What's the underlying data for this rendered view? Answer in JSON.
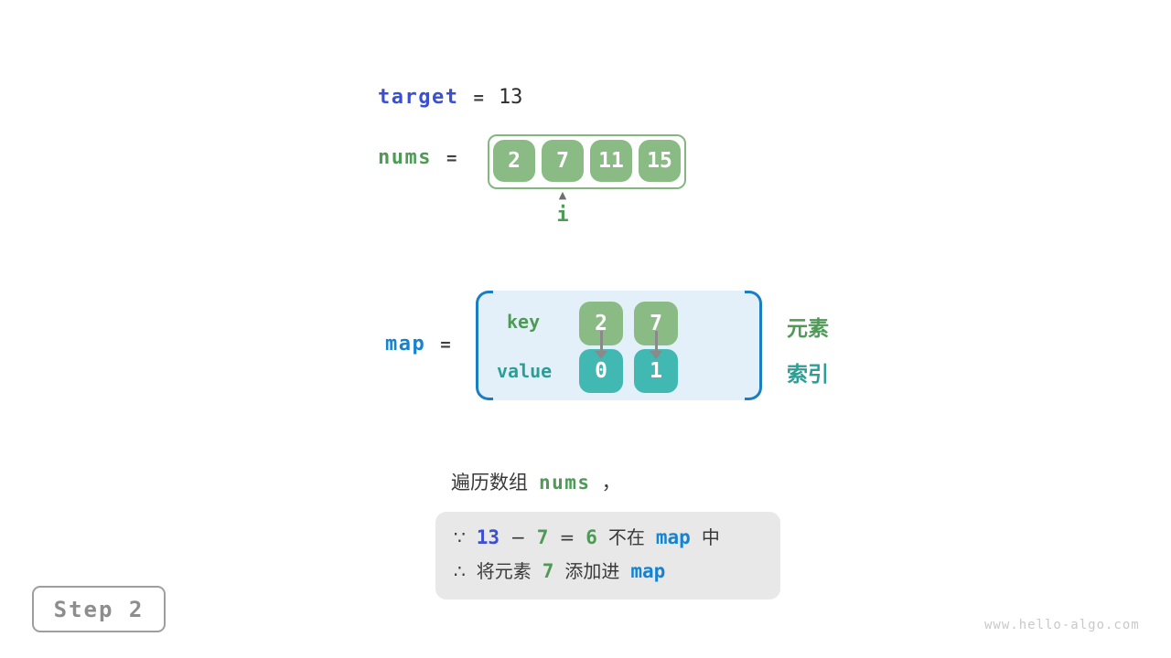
{
  "colors": {
    "keyword_blue": "#3b4fd2",
    "code_blue": "#1583cf",
    "green_text": "#4f9a57",
    "green_box": "#8abb85",
    "green_border": "#83b77e",
    "teal_box": "#41b8b2",
    "teal_text": "#2b9e96",
    "bracket_blue": "#1b7ec2",
    "map_panel_fill": "#e3f0f9",
    "note_fill": "#e8e8e8",
    "text_dark": "#3a3a3a",
    "arrow_gray": "#8a8a8a",
    "step_gray": "#8d8d8d",
    "watermark_gray": "#c9c9c9"
  },
  "target_row": {
    "label": "target",
    "equals": "=",
    "value": "13"
  },
  "nums_row": {
    "label": "nums",
    "equals": "=",
    "cells": [
      "2",
      "7",
      "11",
      "15"
    ],
    "pointer_icon": "▲",
    "pointer_label": "i"
  },
  "map_row": {
    "label": "map",
    "equals": "=",
    "key_label": "key",
    "value_label": "value",
    "entries": [
      {
        "key": "2",
        "value": "0"
      },
      {
        "key": "7",
        "value": "1"
      }
    ],
    "element_label": "元素",
    "index_label": "索引"
  },
  "caption": {
    "prefix": "遍历数组",
    "code": "nums",
    "comma": "，"
  },
  "note_box": {
    "line1": {
      "sym": "∵",
      "minuend": "13",
      "minus": "−",
      "subtrahend": "7",
      "equals": "=",
      "difference": "6",
      "text1": "不在",
      "code": "map",
      "text2": "中"
    },
    "line2": {
      "sym": "∴",
      "text1": "将元素",
      "num": "7",
      "text2": "添加进",
      "code": "map"
    }
  },
  "step_badge": {
    "label": "Step 2"
  },
  "watermark": "www.hello-algo.com"
}
